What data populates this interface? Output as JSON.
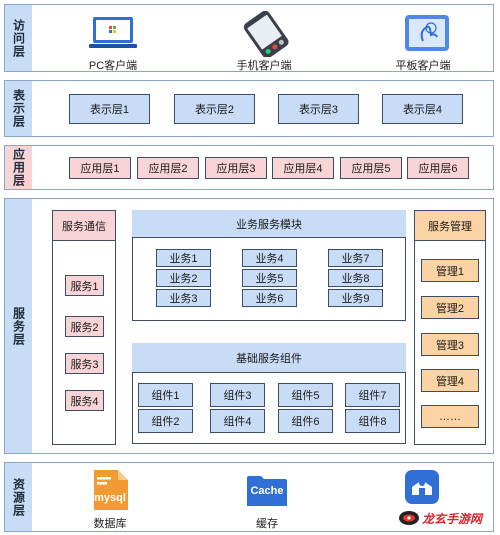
{
  "layers": {
    "access": {
      "title": "访问层",
      "items": [
        "PC客户端",
        "手机客户端",
        "平板客户端"
      ]
    },
    "presentation": {
      "title": "表示层",
      "items": [
        "表示层1",
        "表示层2",
        "表示层3",
        "表示层4"
      ]
    },
    "application": {
      "title": "应用层",
      "items": [
        "应用层1",
        "应用层2",
        "应用层3",
        "应用层4",
        "应用层5",
        "应用层6"
      ]
    },
    "service": {
      "title": "服务层",
      "comm": {
        "title": "服务通信",
        "items": [
          "服务1",
          "服务2",
          "服务3",
          "服务4"
        ]
      },
      "business": {
        "title": "业务服务模块",
        "groups": [
          [
            "业务1",
            "业务2",
            "业务3"
          ],
          [
            "业务4",
            "业务5",
            "业务6"
          ],
          [
            "业务7",
            "业务8",
            "业务9"
          ]
        ]
      },
      "base": {
        "title": "基础服务组件",
        "groups": [
          [
            "组件1",
            "组件2"
          ],
          [
            "组件3",
            "组件4"
          ],
          [
            "组件5",
            "组件6"
          ],
          [
            "组件7",
            "组件8"
          ]
        ]
      },
      "mgmt": {
        "title": "服务管理",
        "items": [
          "管理1",
          "管理2",
          "管理3",
          "管理4",
          "……"
        ]
      }
    },
    "resource": {
      "title": "资源层",
      "items": [
        "数据库",
        "缓存",
        ""
      ],
      "icon_texts": {
        "mysql": "mysql",
        "cache": "Cache"
      }
    }
  },
  "watermark": {
    "text": "龙玄手游网"
  },
  "colors": {
    "header_blue": "#c9dcf6",
    "header_pink": "#f9d4d6",
    "box_blue": "#c9dcf6",
    "box_pink": "#f9d4d6",
    "box_orange": "#fbd3a5",
    "icon_blue": "#2f6fd6",
    "icon_orange": "#f29b32"
  }
}
